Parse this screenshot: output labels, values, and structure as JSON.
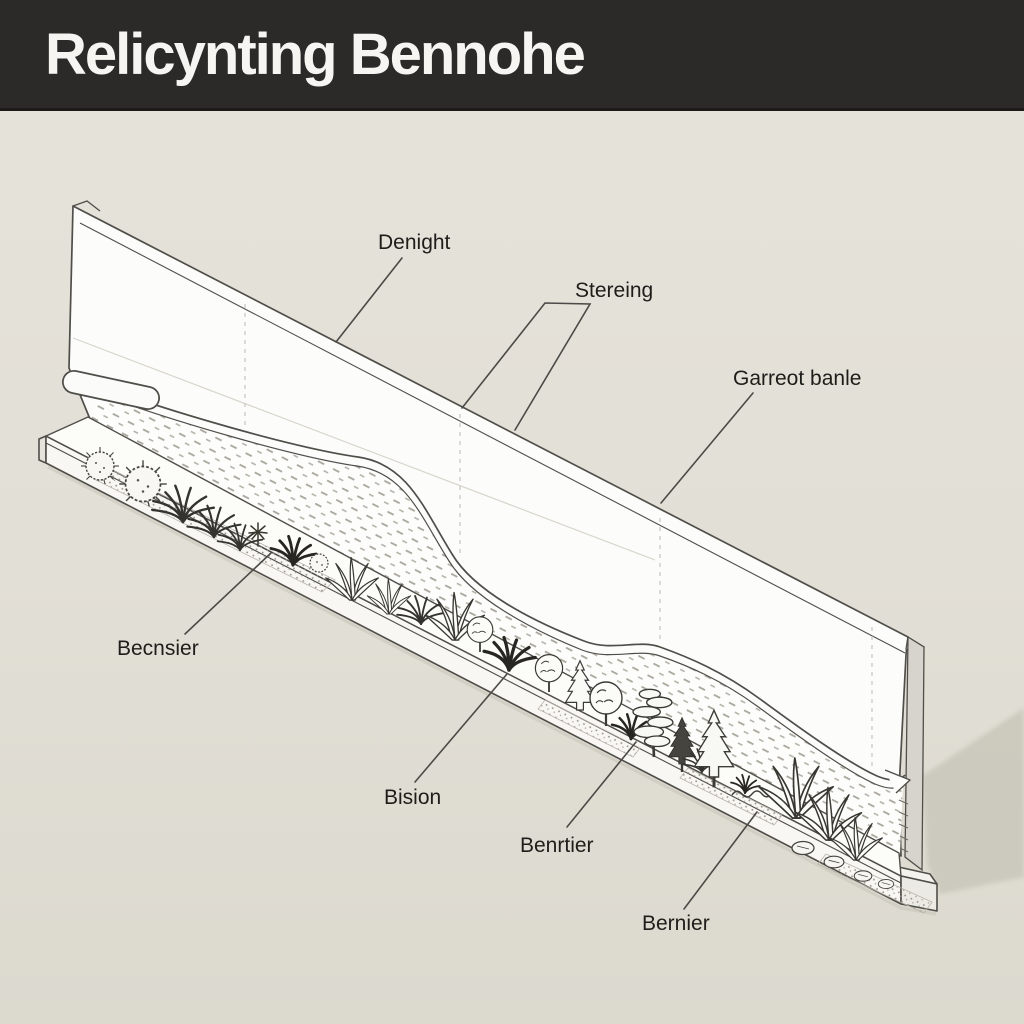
{
  "header": {
    "title": "Relicynting Bennohe"
  },
  "palette": {
    "header_bg": "#2b2a28",
    "page_bg": "#e2dfd6",
    "line_ink": "#4b4a45",
    "paper_white": "#fbfbf8",
    "shadow": "#cbc8bc"
  },
  "diagram": {
    "labels": [
      {
        "text": "Denight"
      },
      {
        "text": "Stereing"
      },
      {
        "text": "Garreot banle"
      },
      {
        "text": "Becnsier"
      },
      {
        "text": "Bision"
      },
      {
        "text": "Benrtier"
      },
      {
        "text": "Bernier"
      }
    ]
  }
}
